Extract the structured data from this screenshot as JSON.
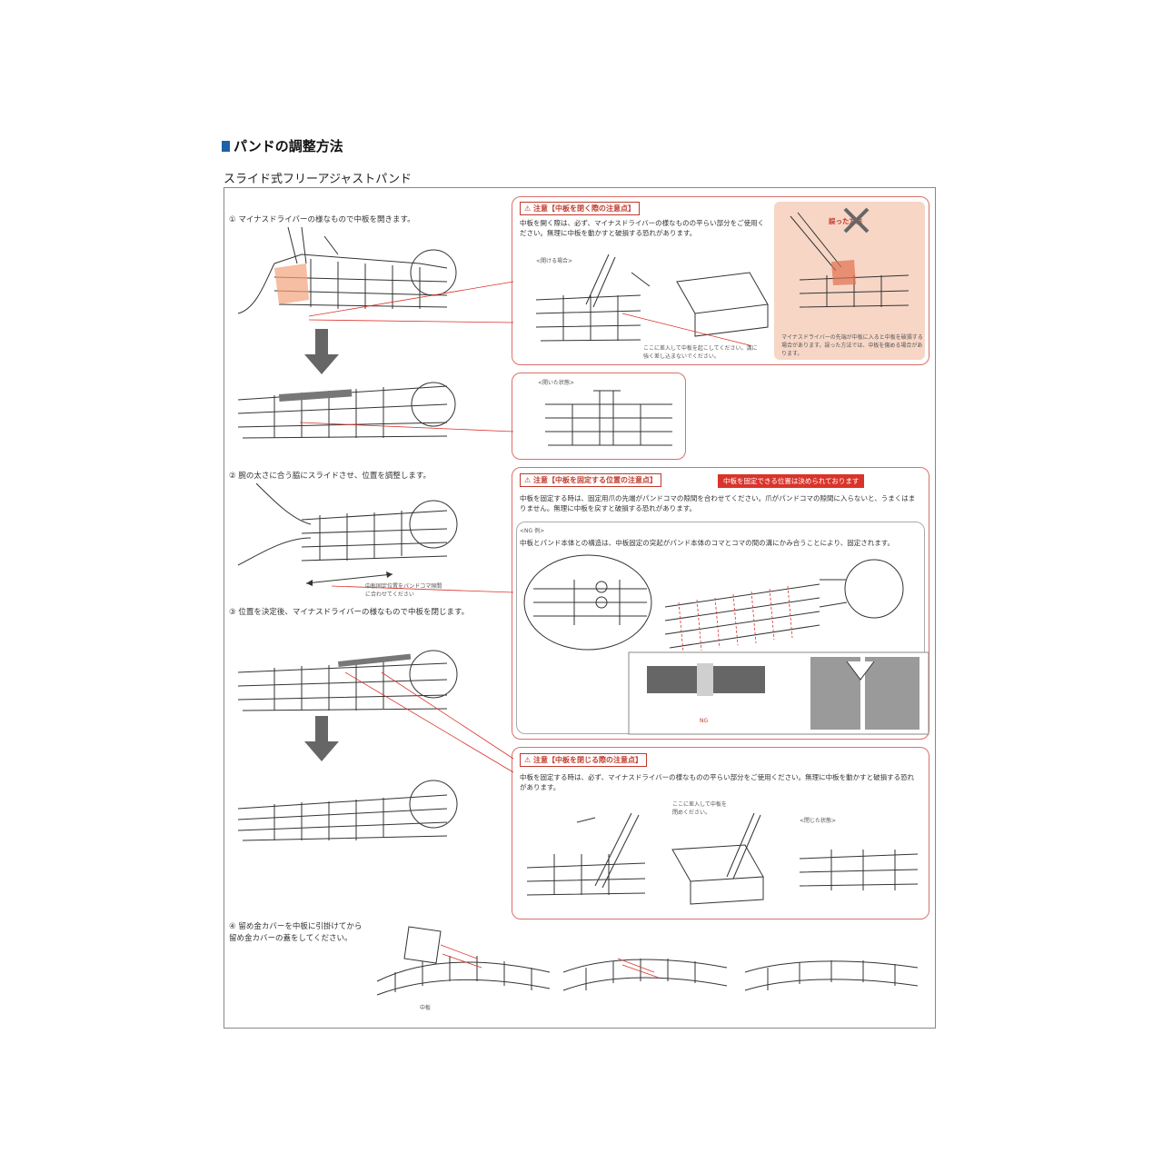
{
  "heading": "パンドの調整方法",
  "subheading": "スライド式フリーアジャストパンド",
  "steps": [
    {
      "num": "①",
      "text": "マイナスドライバーの様なもので中板を開きます。"
    },
    {
      "num": "②",
      "text": "腕の太さに合う脇にスライドさせ、位置を調整します。"
    },
    {
      "num": "③",
      "text": "位置を決定後、マイナスドライバーの様なもので中板を閉じます。"
    },
    {
      "num": "④",
      "text": "留め金カバーを中板に引掛けてから留め金カバーの蓋をしてください。"
    }
  ],
  "panels": {
    "p1": {
      "caption": "⚠ 注意【中板を閉く際の注意点】",
      "text": "中板を開く際は、必ず、マイナスドライバーの様なものの平らい部分をご使用ください。無理に中板を動かすと破損する恐れがあります。",
      "sub_label": "<開ける場合>",
      "wrong_label": "誤った方法",
      "note": "ここに差入して中板を起こしてください。溝に強く差し込まないでください。",
      "wrong_note": "マイナスドライバーの先端が中板に入ると中板を破損する場合があります。誤った方法では、中板を傷める場合があります。"
    },
    "p2": {
      "sub_label": "<開いた状態>"
    },
    "p3": {
      "caption": "⚠ 注意【中板を固定する位置の注意点】",
      "badge": "中板を固定できる位置は決められております",
      "text": "中板を固定する時は、固定用爪の先端がパンドコマの隙間を合わせてください。爪がパンドコマの隙間に入らないと、うまくはまりません。無理に中板を戻すと破損する恐れがあります。",
      "sub_label": "<NG 例>",
      "inner_text": "中板とパンド本体との構造は、中板固定の突起がパンド本体のコマとコマの間の溝にかみ合うことにより、固定されます。",
      "ng_label": "NG"
    },
    "p4": {
      "caption": "⚠ 注意【中板を閉じる際の注意点】",
      "text": "中板を固定する時は、必ず、マイナスドライバーの様なものの平らい部分をご使用ください。無理に中板を動かすと破損する恐れがあります。",
      "sub_label": "<閉じた状態>",
      "note": "ここに差入して中板を閉めください。"
    }
  },
  "bottom_label": "中板"
}
